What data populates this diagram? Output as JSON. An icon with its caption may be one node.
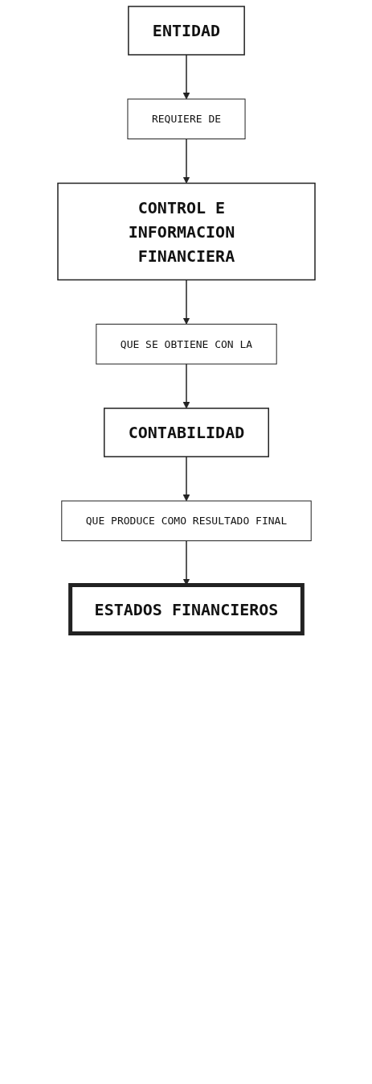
{
  "diagram": {
    "nodes": [
      {
        "text": [
          "ENTIDAD"
        ]
      },
      {
        "text": [
          "REQUIERE DE"
        ]
      },
      {
        "text": [
          "CONTROL E INFORMACION FINANCIERA"
        ]
      },
      {
        "text": [
          "QUE SE OBTIENE CON LA"
        ]
      },
      {
        "text": [
          "CONTABILIDAD"
        ]
      },
      {
        "text": [
          "QUE PRODUCE COMO RESULTADO FINAL"
        ]
      },
      {
        "text": [
          "ESTADOS FINANCIEROS"
        ]
      }
    ],
    "edges": [
      {
        "from": 0,
        "to": 1,
        "arrow": "to"
      },
      {
        "from": 1,
        "to": 2,
        "arrow": "to"
      },
      {
        "from": 2,
        "to": 3,
        "arrow": "to"
      },
      {
        "from": 3,
        "to": 4,
        "arrow": "to"
      },
      {
        "from": 4,
        "to": 5,
        "arrow": "to"
      },
      {
        "from": 5,
        "to": 6,
        "arrow": "to"
      }
    ]
  }
}
